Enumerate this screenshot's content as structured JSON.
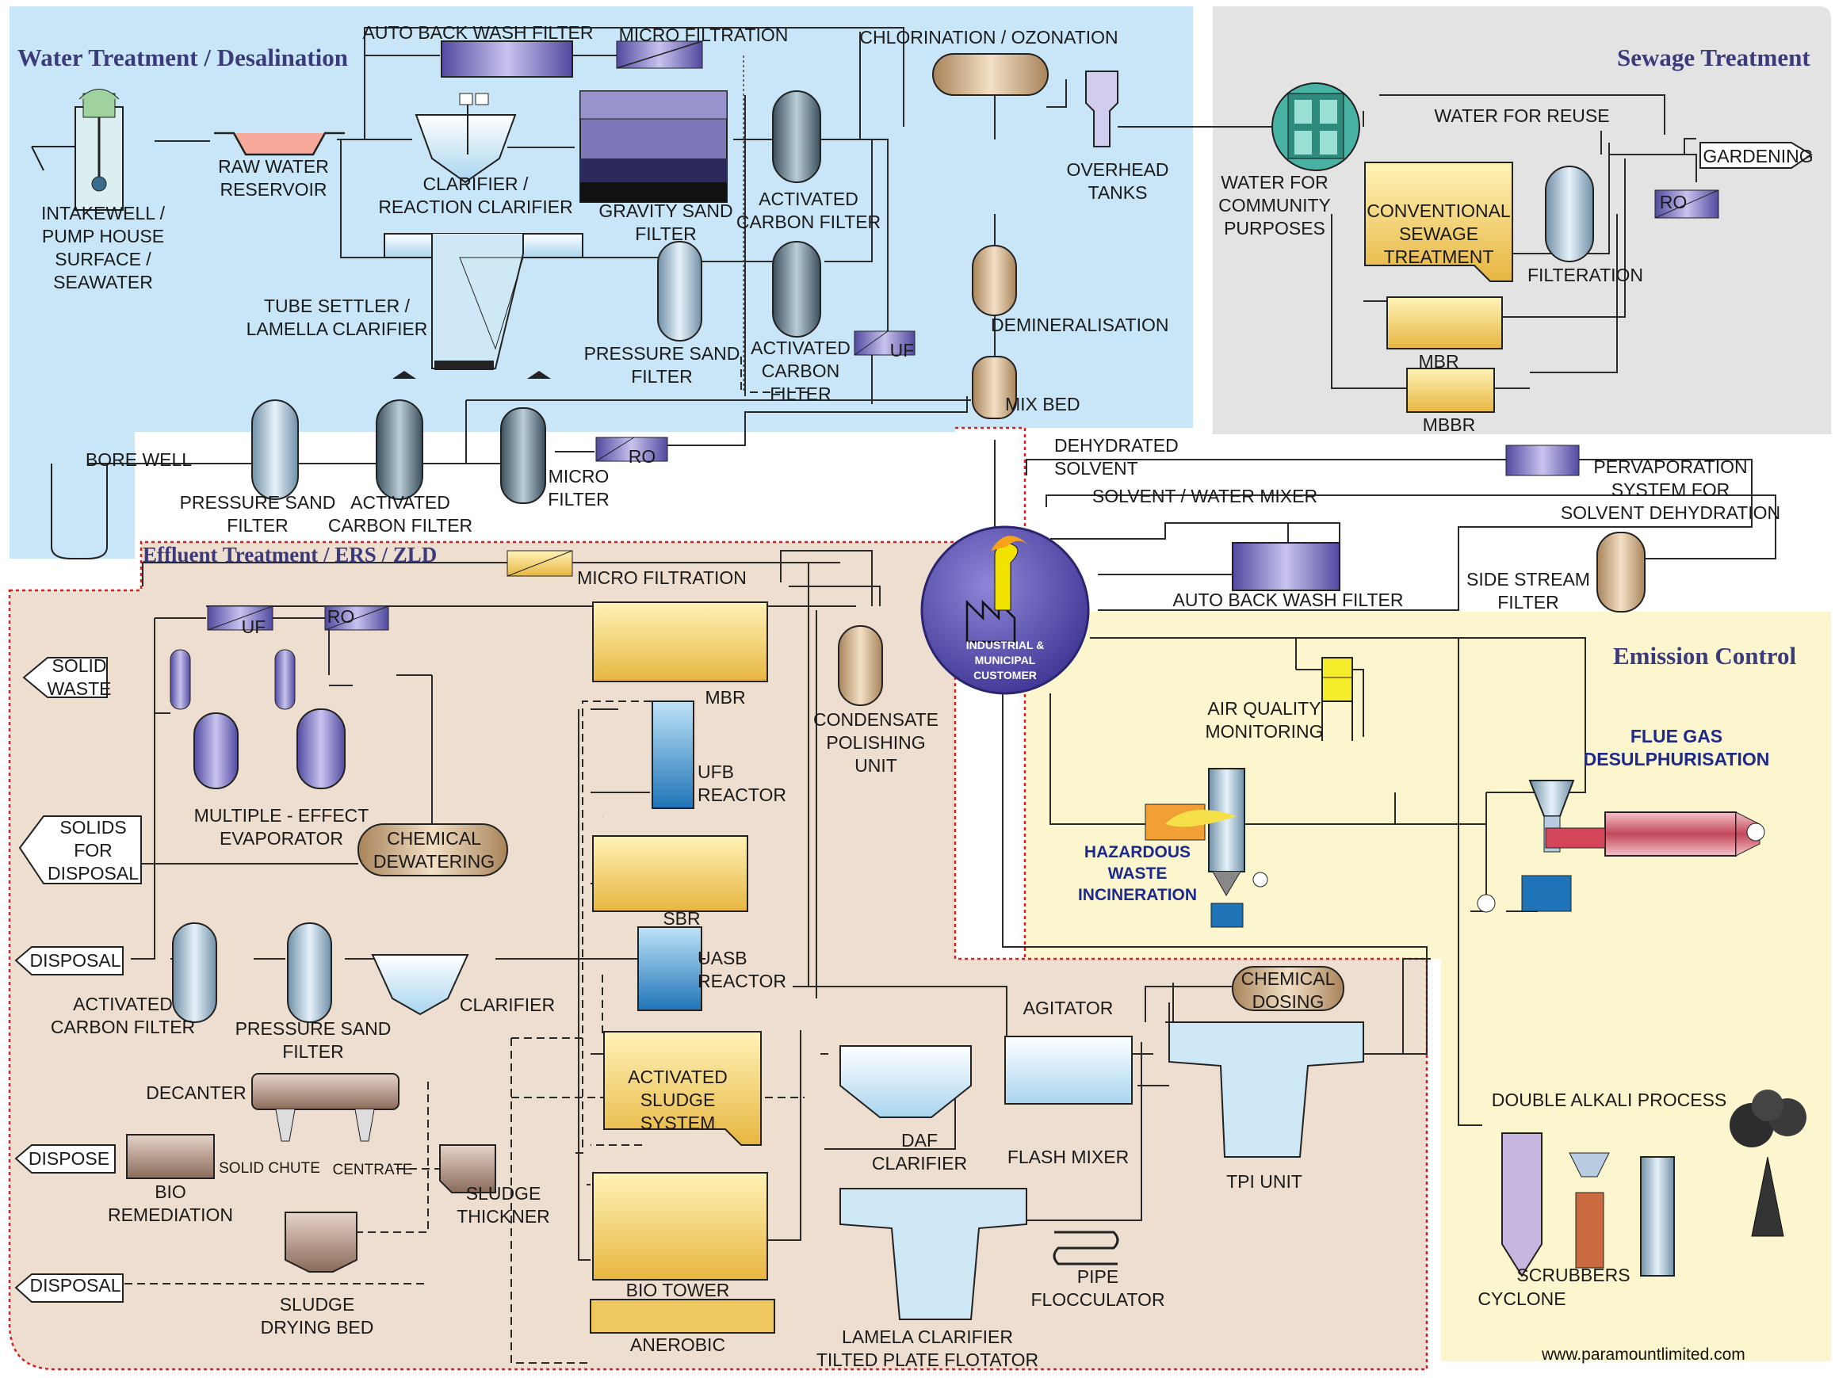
{
  "sections": {
    "water": "Water Treatment / Desalination",
    "sewage": "Sewage Treatment",
    "effluent": "Effluent Treatment / ERS / ZLD",
    "emission": "Emission Control"
  },
  "hub": "INDUSTRIAL &\nMUNICIPAL\nCUSTOMER",
  "water_labels": {
    "auto_back_wash_filter": "AUTO BACK WASH FILTER",
    "micro_filtration": "MICRO FILTRATION",
    "chlorination": "CHLORINATION / OZONATION",
    "intakewell": "INTAKEWELL  /\nPUMP HOUSE\nSURFACE /\nSEAWATER",
    "raw_water": "RAW WATER\nRESERVOIR",
    "clarifier": "CLARIFIER /\nREACTION CLARIFIER",
    "gravity_sand": "GRAVITY SAND\nFILTER",
    "activated_carbon_1": "ACTIVATED\nCARBON FILTER",
    "overhead": "OVERHEAD\nTANKS",
    "tube_settler": "TUBE SETTLER /\nLAMELLA CLARIFIER",
    "pressure_sand_1": "PRESSURE SAND\nFILTER",
    "activated_carbon_2": "ACTIVATED\nCARBON\nFILTER",
    "uf": "UF",
    "demin": "DEMINERALISATION",
    "mix_bed": "MIX BED",
    "bore_well": "BORE WELL",
    "pressure_sand_2": "PRESSURE SAND\nFILTER",
    "activated_carbon_3": "ACTIVATED\nCARBON FILTER",
    "micro_filter": "MICRO\nFILTER",
    "ro": "RO"
  },
  "sewage_labels": {
    "water_reuse": "WATER FOR REUSE",
    "gardening": "GARDENING",
    "community": "WATER FOR\nCOMMUNITY\nPURPOSES",
    "conventional": "CONVENTIONAL\nSEWAGE\nTREATMENT",
    "filteration": "FILTERATION",
    "ro": "RO",
    "mbr": "MBR",
    "mbbr": "MBBR"
  },
  "solvent_labels": {
    "dehydrated": "DEHYDRATED\nSOLVENT",
    "mixer": "SOLVENT / WATER MIXER",
    "pervaporation": "PERVAPORATION\nSYSTEM FOR\nSOLVENT DEHYDRATION",
    "side_stream": "SIDE STREAM\nFILTER",
    "auto_back_wash": "AUTO BACK WASH FILTER"
  },
  "emission_labels": {
    "air_quality": "AIR QUALITY\nMONITORING",
    "fgd": "FLUE GAS\nDESULPHURISATION",
    "hazardous": "HAZARDOUS\nWASTE\nINCINERATION",
    "double_alkali": "DOUBLE ALKALI PROCESS",
    "cyclone": "CYCLONE",
    "scrubbers": "SCRUBBERS",
    "website": "www.paramountlimited.com"
  },
  "effluent_labels": {
    "micro_filtration": "MICRO FILTRATION",
    "uf": "UF",
    "ro": "RO",
    "solid_waste": "SOLID\nWASTE",
    "mbr": "MBR",
    "multiple_effect": "MULTIPLE - EFFECT\nEVAPORATOR",
    "solids_disposal": "SOLIDS\nFOR\nDISPOSAL",
    "chemical_dewatering": "CHEMICAL\nDEWATERING",
    "ufb": "UFB\nREACTOR",
    "sbr": "SBR",
    "condensate": "CONDENSATE\nPOLISHING\nUNIT",
    "disposal_1": "DISPOSAL",
    "activated_carbon": "ACTIVATED\nCARBON FILTER",
    "pressure_sand": "PRESSURE SAND\nFILTER",
    "clarifier": "CLARIFIER",
    "uasb": "UASB\nREACTOR",
    "chemical_dosing": "CHEMICAL\nDOSING",
    "agitator": "AGITATOR",
    "decanter": "DECANTER",
    "activated_sludge": "ACTIVATED\nSLUDGE\nSYSTEM",
    "daf": "DAF\nCLARIFIER",
    "flash_mixer": "FLASH MIXER",
    "tpi": "TPI UNIT",
    "dispose": "DISPOSE",
    "bio_remediation": "BIO\nREMEDIATION",
    "solid_chute": "SOLID CHUTE",
    "centrate": "CENTRATE",
    "sludge_thickner": "SLUDGE\nTHICKNER",
    "bio_tower": "BIO TOWER",
    "pipe_flocculator": "PIPE\nFLOCCULATOR",
    "disposal_2": "DISPOSAL",
    "sludge_drying": "SLUDGE\nDRYING BED",
    "anerobic": "ANEROBIC",
    "lamela": "LAMELA CLARIFIER\nTILTED PLATE FLOTATOR"
  },
  "colors": {
    "water_bg": "#c8e6f8",
    "sewage_bg": "#e3e3e3",
    "effluent_bg": "#eeded0",
    "emission_bg": "#fcf6cf",
    "hub": "#5a4fb0",
    "line": "#2a2a2a"
  }
}
